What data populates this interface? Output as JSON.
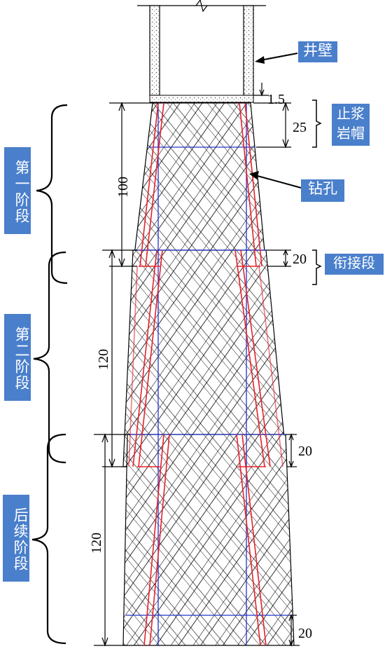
{
  "labels": {
    "shaft_wall": "井壁",
    "grout_cap": "止浆\n岩帽",
    "borehole": "钻孔",
    "overlap_section": "衔接段",
    "stage_1": "第一阶段",
    "stage_2": "第二阶段",
    "stage_follow": "后续阶段"
  },
  "dimensions": {
    "gap": "1.5",
    "cap": "25",
    "stage_1_length": "100",
    "overlap_1": "20",
    "stage_2_length": "120",
    "overlap_2": "20",
    "stage_3_length": "120",
    "bottom_overlap": "20"
  },
  "colors": {
    "tag_bg": "#4a7fcb",
    "borehole_line": "#e8202a",
    "segment_line": "#2233cc",
    "hatch": "#000000"
  }
}
